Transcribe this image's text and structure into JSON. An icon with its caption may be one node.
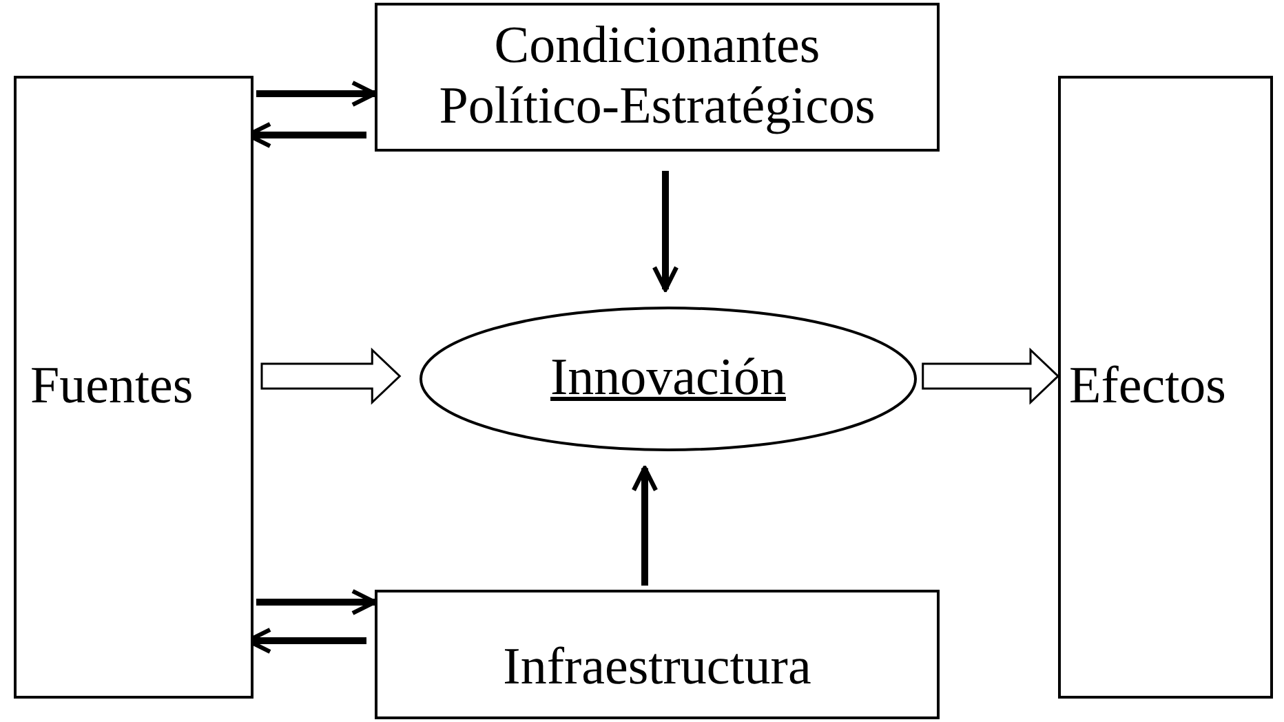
{
  "diagram": {
    "nodes": [
      {
        "text": [
          "Fuentes"
        ]
      },
      {
        "text": [
          "Condicionantes Político-Estratégicos"
        ]
      },
      {
        "text": [
          "Efectos"
        ]
      },
      {
        "text": [
          "Innovación"
        ]
      },
      {
        "text": [
          "Infraestructura"
        ]
      }
    ],
    "edges": [
      {
        "from": 0,
        "to": 1,
        "arrow": "to"
      },
      {
        "from": 1,
        "to": 0,
        "arrow": "to"
      },
      {
        "from": 1,
        "to": 3,
        "arrow": "to"
      },
      {
        "from": 0,
        "to": 3,
        "arrow": "to",
        "style": "thick"
      },
      {
        "from": 3,
        "to": 2,
        "arrow": "to",
        "style": "thick"
      },
      {
        "from": 4,
        "to": 3,
        "arrow": "to"
      },
      {
        "from": 0,
        "to": 4,
        "arrow": "to"
      },
      {
        "from": 4,
        "to": 0,
        "arrow": "to"
      }
    ]
  }
}
